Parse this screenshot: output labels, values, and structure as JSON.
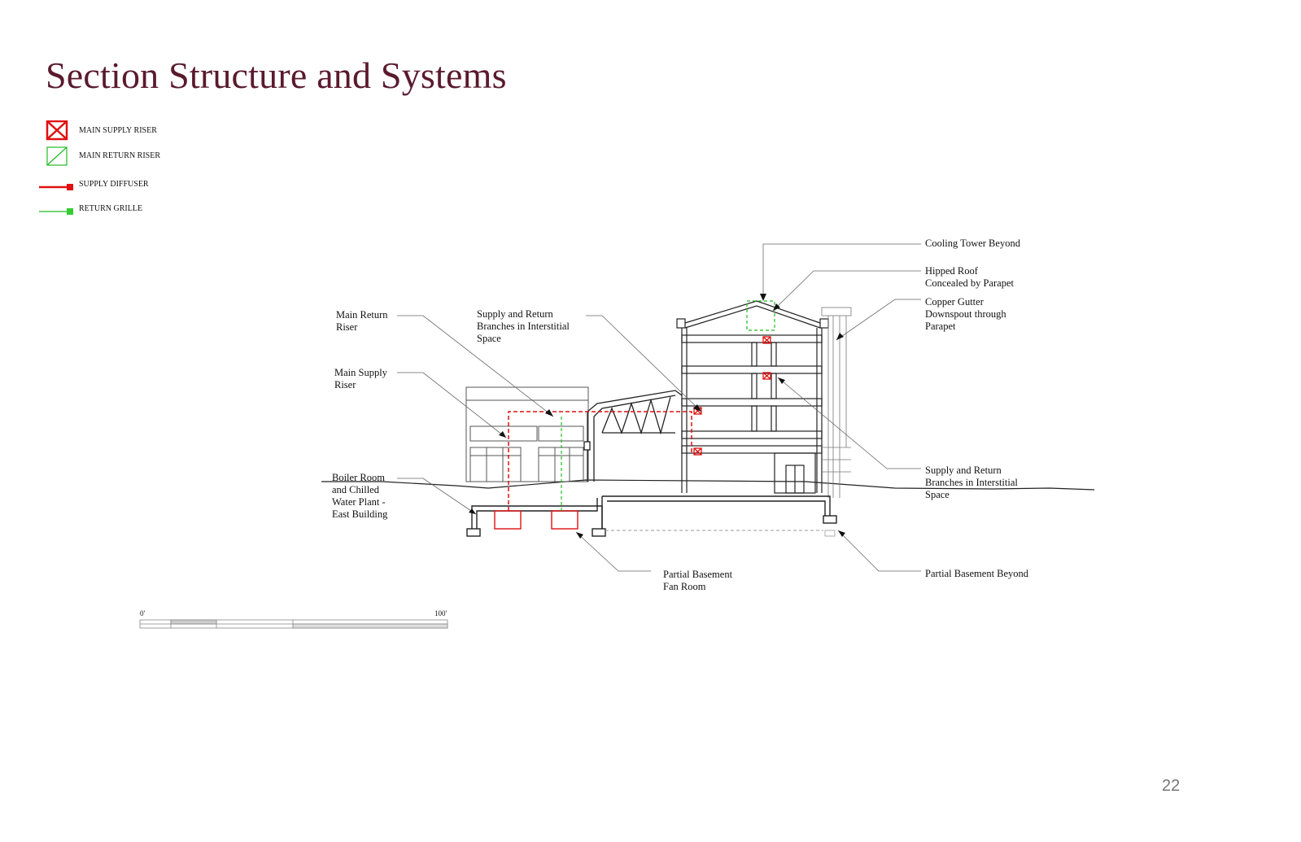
{
  "title": "Section Structure and Systems",
  "legend": [
    {
      "label": "MAIN SUPPLY RISER",
      "icon": "supply-riser-icon",
      "color": "#e01010"
    },
    {
      "label": "MAIN RETURN RISER",
      "icon": "return-riser-icon",
      "color": "#22bb22"
    },
    {
      "label": "SUPPLY DIFFUSER",
      "icon": "supply-diffuser-icon",
      "color": "#e01010"
    },
    {
      "label": "RETURN GRILLE",
      "icon": "return-grille-icon",
      "color": "#22bb22"
    }
  ],
  "callouts": {
    "main_return_riser": "Main Return\nRiser",
    "main_supply_riser": "Main Supply\nRiser",
    "boiler_room": "Boiler Room\nand Chilled\nWater Plant -\nEast Building",
    "supply_return_left": "Supply and Return\nBranches in Interstitial\nSpace",
    "cooling_tower": "Cooling Tower Beyond",
    "hipped_roof": "Hipped Roof\nConcealed by Parapet",
    "copper_gutter": "Copper Gutter\nDownspout through\nParapet",
    "supply_return_right": "Supply and Return\nBranches in Interstitial\nSpace",
    "partial_basement_fan": "Partial Basement\nFan Room",
    "partial_basement_beyond": "Partial Basement Beyond"
  },
  "scale": {
    "start": "0'",
    "end": "100'"
  },
  "page_number": "22",
  "colors": {
    "title": "#5a1a2e",
    "supply": "#e01010",
    "return": "#22bb22",
    "line": "#222222"
  }
}
